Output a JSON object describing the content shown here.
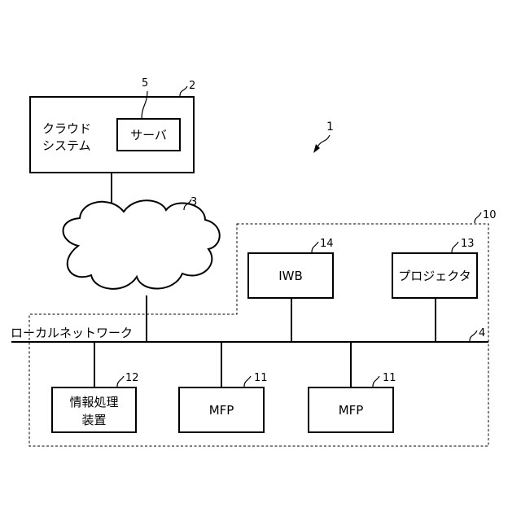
{
  "system_ref": "1",
  "cloud_system": {
    "ref": "2",
    "label_line1": "クラウド",
    "label_line2": "システム",
    "server": {
      "ref": "5",
      "label": "サーバ"
    }
  },
  "network_cloud": {
    "ref": "3"
  },
  "local_network": {
    "ref": "4",
    "label": "ローカルネットワーク"
  },
  "local_group": {
    "ref": "10"
  },
  "devices": {
    "iwb": {
      "ref": "14",
      "label": "IWB"
    },
    "projector": {
      "ref": "13",
      "label": "プロジェクタ"
    },
    "info_processor": {
      "ref": "12",
      "label_line1": "情報処理",
      "label_line2": "装置"
    },
    "mfp_1": {
      "ref": "11",
      "label": "MFP"
    },
    "mfp_2": {
      "ref": "11",
      "label": "MFP"
    }
  }
}
